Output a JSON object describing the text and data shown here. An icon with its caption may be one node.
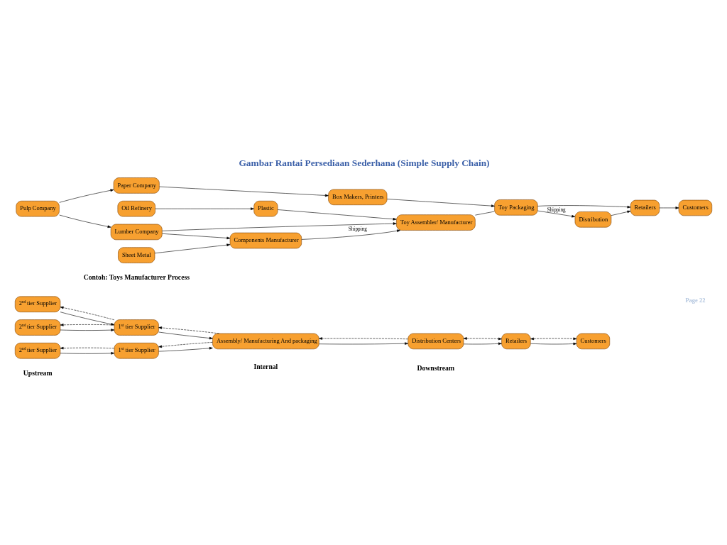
{
  "diagram": {
    "title": "Gambar Rantai Persediaan Sederhana (Simple Supply Chain)",
    "nodes": [
      {
        "text": [
          "2$^{nd}$ tier Supplier"
        ]
      },
      {
        "text": [
          "2$^{nd}$ tier Supplier"
        ]
      },
      {
        "text": [
          "2$^{nd}$ tier Supplier"
        ]
      },
      {
        "text": [
          "1$^{st}$ tier Supplier"
        ]
      },
      {
        "text": [
          "1$^{st}$ tier Supplier"
        ]
      },
      {
        "text": [
          "Assembly/ Manufacturing And packaging"
        ]
      },
      {
        "text": [
          "Distribution Centers"
        ]
      },
      {
        "text": [
          "Retailers"
        ]
      },
      {
        "text": [
          "Customers"
        ]
      },
      {
        "text": [
          "Oil Refinery"
        ]
      },
      {
        "text": [
          "Sheet Metal"
        ]
      },
      {
        "text": [
          "Lumber Company"
        ]
      },
      {
        "text": [
          "Pulp Company"
        ]
      },
      {
        "text": [
          "Plastic"
        ]
      },
      {
        "text": [
          "Components Manufacturer"
        ]
      },
      {
        "text": [
          "Paper Company"
        ]
      },
      {
        "text": [
          "Box Makers, Printers"
        ]
      },
      {
        "text": [
          "Toy Assembler/ Manufacturer"
        ]
      },
      {
        "text": [
          "Toy Packaging"
        ]
      },
      {
        "text": [
          "Distribution"
        ]
      },
      {
        "text": [
          "Retailers"
        ]
      },
      {
        "text": [
          "Customers"
        ]
      }
    ],
    "edges": [
      {
        "from": 0,
        "to": 3,
        "arrow": "to"
      },
      {
        "from": 3,
        "to": 0,
        "arrow": "to",
        "style": "dashed"
      },
      {
        "from": 1,
        "to": 3,
        "arrow": "to"
      },
      {
        "from": 3,
        "to": 1,
        "arrow": "to",
        "style": "dashed"
      },
      {
        "from": 2,
        "to": 4,
        "arrow": "to"
      },
      {
        "from": 4,
        "to": 2,
        "arrow": "to",
        "style": "dashed"
      },
      {
        "from": 3,
        "to": 5,
        "arrow": "to"
      },
      {
        "from": 5,
        "to": 3,
        "arrow": "to",
        "style": "dashed"
      },
      {
        "from": 4,
        "to": 5,
        "arrow": "to"
      },
      {
        "from": 5,
        "to": 4,
        "arrow": "to",
        "style": "dashed"
      },
      {
        "from": 5,
        "to": 6,
        "arrow": "to"
      },
      {
        "from": 6,
        "to": 5,
        "arrow": "to",
        "style": "dashed"
      },
      {
        "from": 6,
        "to": 7,
        "arrow": "to"
      },
      {
        "from": 6,
        "to": 7,
        "arrow": "both",
        "style": "dashed"
      },
      {
        "from": 7,
        "to": 8,
        "arrow": "to"
      },
      {
        "from": 7,
        "to": 8,
        "arrow": "both",
        "style": "dashed"
      },
      {
        "from": 9,
        "to": 13,
        "arrow": "to"
      },
      {
        "from": 10,
        "to": 14,
        "arrow": "to"
      },
      {
        "from": 11,
        "to": 14,
        "arrow": "to"
      },
      {
        "from": 11,
        "to": 17,
        "arrow": "to"
      },
      {
        "from": 12,
        "to": 11,
        "arrow": "to"
      },
      {
        "from": 12,
        "to": 15,
        "arrow": "to"
      },
      {
        "from": 15,
        "to": 16,
        "arrow": "to"
      },
      {
        "from": 13,
        "to": 17,
        "arrow": "to"
      },
      {
        "from": 14,
        "to": 17,
        "arrow": "to",
        "label": "Shipping"
      },
      {
        "from": 16,
        "to": 18,
        "arrow": "to"
      },
      {
        "from": 17,
        "to": 18,
        "arrow": "none"
      },
      {
        "from": 18,
        "to": 19,
        "arrow": "to",
        "label": "Shipping"
      },
      {
        "from": 18,
        "to": 20,
        "arrow": "to"
      },
      {
        "from": 19,
        "to": 20,
        "arrow": "to"
      },
      {
        "from": 20,
        "to": 21,
        "arrow": "to"
      }
    ],
    "labels": [
      "Upstream",
      "Internal",
      "Downstream",
      "Contoh: Toys Manufacturer Process",
      "Page 22"
    ]
  }
}
